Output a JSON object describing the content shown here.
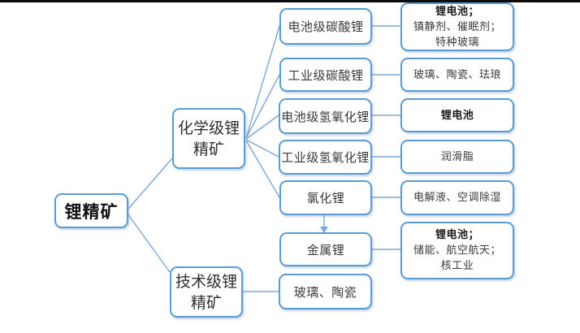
{
  "colors": {
    "box_border": "#5b9bd5",
    "connector_line": "#7ea6d4",
    "top_bar": "#0c0c0c",
    "text": "#333333"
  },
  "nodes": {
    "root": {
      "label": "锂精矿"
    },
    "chemical": {
      "lines": [
        "化学级锂",
        "精矿"
      ]
    },
    "technical": {
      "lines": [
        "技术级锂",
        "精矿"
      ]
    },
    "products": [
      {
        "label": "电池级碳酸锂"
      },
      {
        "label": "工业级碳酸锂"
      },
      {
        "label": "电池级氢氧化锂"
      },
      {
        "label": "工业级氢氧化锂"
      },
      {
        "label": "氯化锂"
      },
      {
        "label": "金属锂"
      },
      {
        "label": "玻璃、陶瓷"
      }
    ],
    "applications": [
      {
        "line1": "锂电池；",
        "line2": "镇静剂、催眠剂；",
        "line3": "特种玻璃"
      },
      {
        "line1": "玻璃、陶瓷、珐琅"
      },
      {
        "line1": "锂电池"
      },
      {
        "line1": "润滑脂"
      },
      {
        "line1": "电解液、空调除湿"
      },
      {
        "line1": "锂电池；",
        "line2": "储能、航空航天；",
        "line3": "核工业"
      }
    ]
  }
}
